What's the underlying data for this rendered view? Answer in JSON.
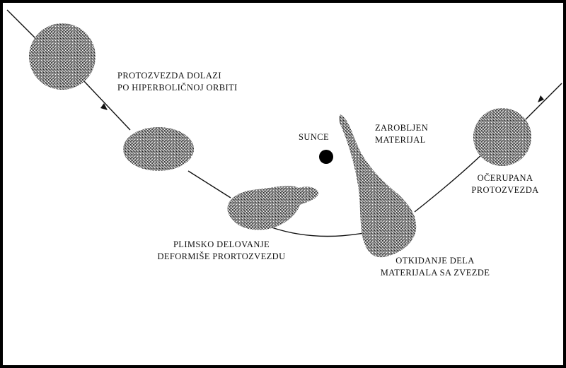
{
  "labels": {
    "arrival_line1": "PROTOZVEZDA DOLAZI",
    "arrival_line2": "PO HIPERBOLIČNOJ ORBITI",
    "sun": "SUNCE",
    "captured_line1": "ZAROBLJEN",
    "captured_line2": "MATERIJAL",
    "plucked_line1": "OČERUPANA",
    "plucked_line2": "PROTOZVEZDA",
    "tidal_line1": "PLIMSKO DELOVANJE",
    "tidal_line2": "DEFORMIŠE PRORTOZVEZDU",
    "tearing_line1": "OTKIDANJE DELA",
    "tearing_line2": "MATERIJALA SA ZVEZDE"
  },
  "colors": {
    "background": "#ffffff",
    "frame": "#000000",
    "ink": "#111111",
    "stipple_fill": "#6e6e6e",
    "sun": "#000000"
  }
}
